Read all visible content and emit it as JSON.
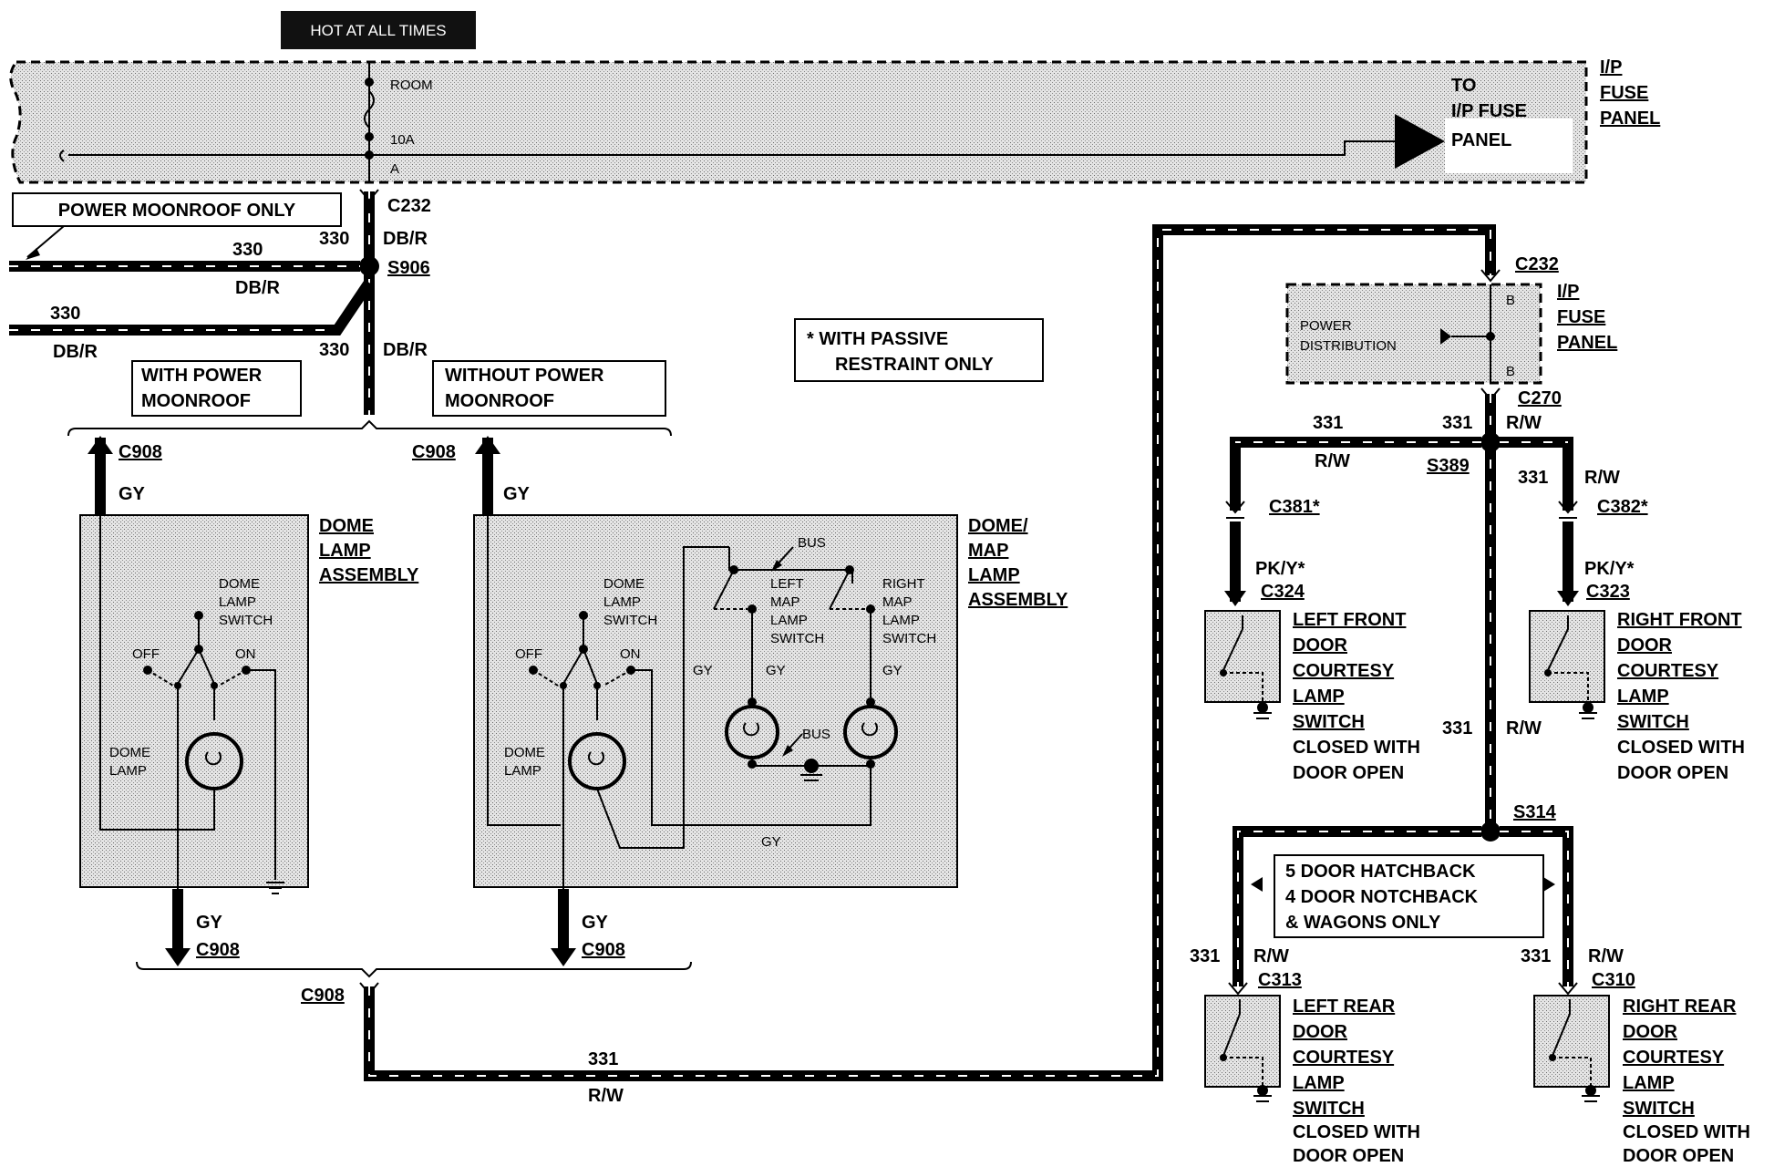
{
  "header": {
    "hot_label": "HOT AT ALL TIMES"
  },
  "fuse_panel_top": {
    "fuse_name": "ROOM",
    "fuse_rating": "10A",
    "pin": "A",
    "to_text": [
      "TO",
      "I/P FUSE",
      "PANEL"
    ],
    "connector_letter": "A",
    "panel_label": [
      "I/P",
      "FUSE",
      "PANEL"
    ]
  },
  "left_section": {
    "power_moonroof_only": "POWER MOONROOF ONLY",
    "c232": "C232",
    "s906": "S906",
    "wire_330": "330",
    "color_dbr": "DB/R",
    "with_power_moonroof": [
      "WITH POWER",
      "MOONROOF"
    ],
    "without_power_moonroof": [
      "WITHOUT POWER",
      "MOONROOF"
    ],
    "c908": "C908",
    "color_gy": "GY",
    "passive_note": [
      "*  WITH PASSIVE",
      "RESTRAINT ONLY"
    ]
  },
  "dome_lamp": {
    "title": [
      "DOME",
      "LAMP",
      "ASSEMBLY"
    ],
    "switch_label": [
      "DOME",
      "LAMP",
      "SWITCH"
    ],
    "off": "OFF",
    "on": "ON",
    "lamp_label": [
      "DOME",
      "LAMP"
    ]
  },
  "dome_map_lamp": {
    "title": [
      "DOME/",
      "MAP",
      "LAMP",
      "ASSEMBLY"
    ],
    "switch_label": [
      "DOME",
      "LAMP",
      "SWITCH"
    ],
    "off": "OFF",
    "on": "ON",
    "lamp_label": [
      "DOME",
      "LAMP"
    ],
    "bus": "BUS",
    "left_map": [
      "LEFT",
      "MAP",
      "LAMP",
      "SWITCH"
    ],
    "right_map": [
      "RIGHT",
      "MAP",
      "LAMP",
      "SWITCH"
    ],
    "gy": "GY"
  },
  "bottom": {
    "c908": "C908",
    "wire_331": "331",
    "color_rw": "R/W"
  },
  "right_section": {
    "c232": "C232",
    "pin_b": "B",
    "power_distribution": [
      "POWER",
      "DISTRIBUTION"
    ],
    "panel_label": [
      "I/P",
      "FUSE",
      "PANEL"
    ],
    "c270": "C270",
    "wire_331": "331",
    "color_rw": "R/W",
    "s389": "S389",
    "c381": "C381*",
    "c382": "C382*",
    "color_pky": "PK/Y*",
    "c324": "C324",
    "c323": "C323",
    "left_front": [
      "LEFT FRONT",
      "DOOR",
      "COURTESY",
      "LAMP",
      "SWITCH"
    ],
    "right_front": [
      "RIGHT FRONT",
      "DOOR",
      "COURTESY",
      "LAMP",
      "SWITCH"
    ],
    "closed_with": "CLOSED WITH",
    "door_open": "DOOR OPEN",
    "s314": "S314",
    "body_note": [
      "5 DOOR HATCHBACK",
      "4 DOOR NOTCHBACK",
      "& WAGONS ONLY"
    ],
    "c313": "C313",
    "c310": "C310",
    "left_rear": [
      "LEFT REAR",
      "DOOR",
      "COURTESY",
      "LAMP",
      "SWITCH"
    ],
    "right_rear": [
      "RIGHT REAR",
      "DOOR",
      "COURTESY",
      "LAMP",
      "SWITCH"
    ]
  }
}
